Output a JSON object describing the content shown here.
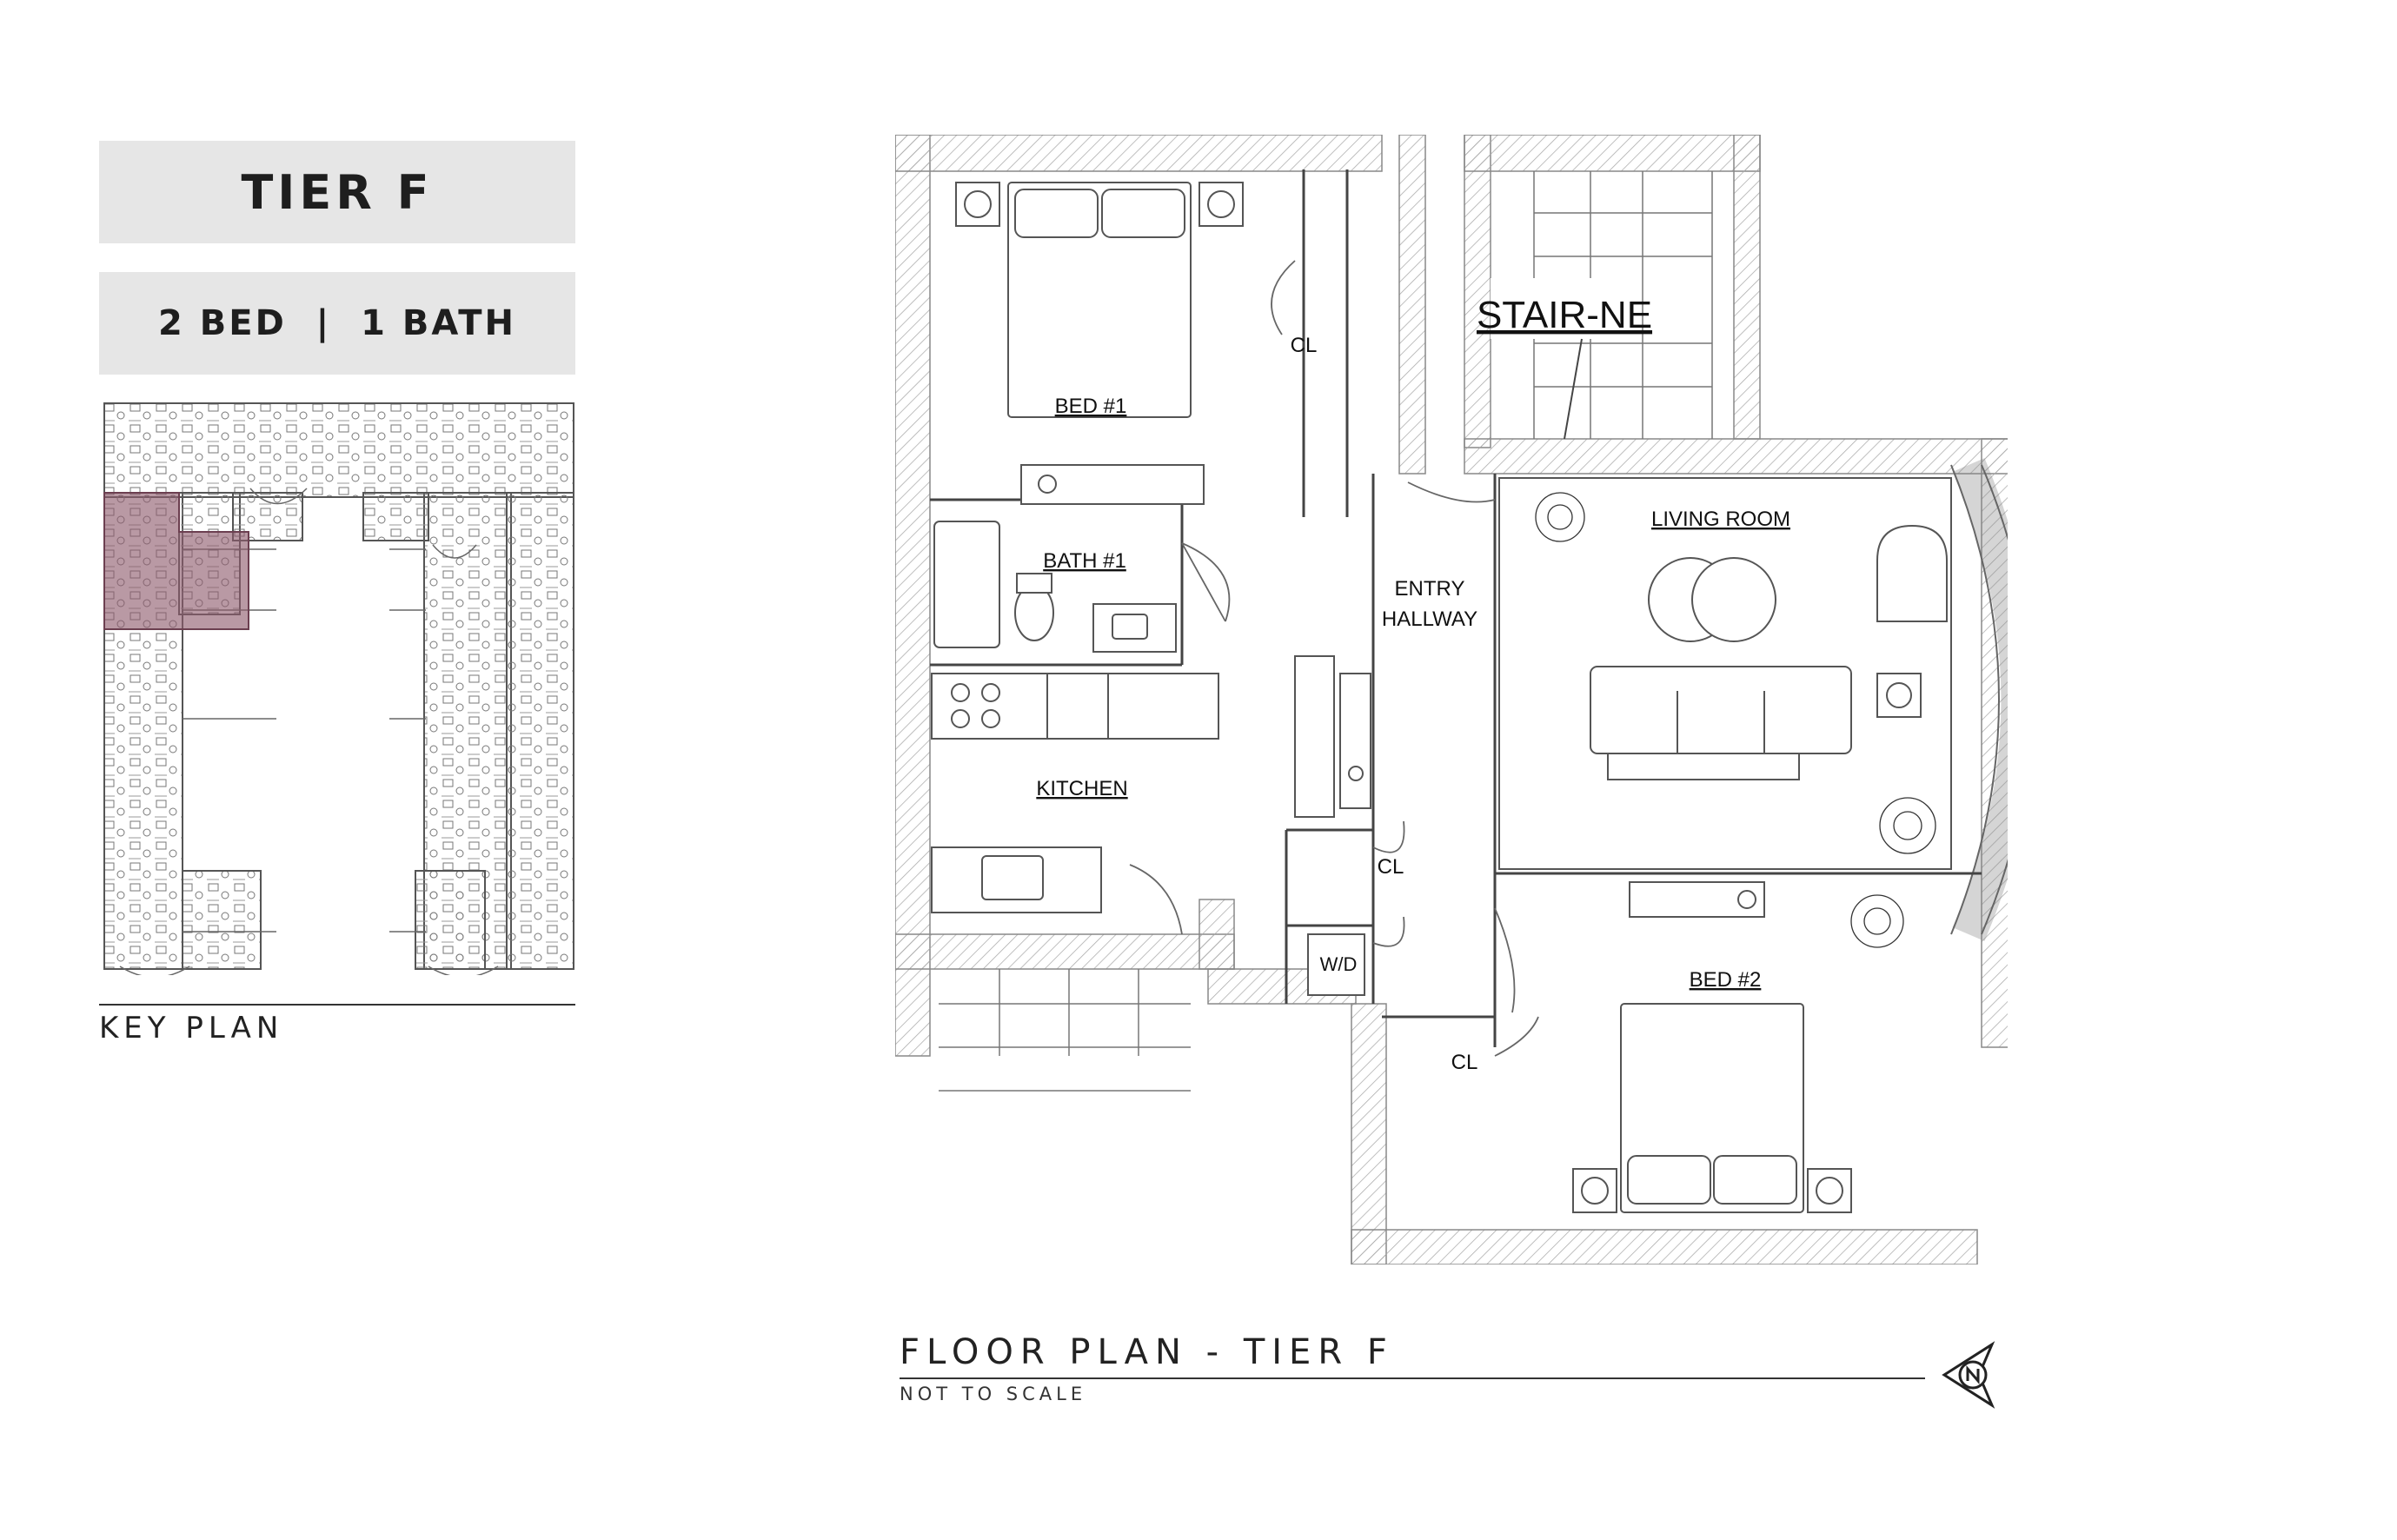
{
  "header": {
    "tier": "TIER F",
    "unit": "2 BED  |  1 BATH"
  },
  "key_plan": {
    "label": "KEY PLAN",
    "highlight_color": "#8e5b6c"
  },
  "floor_plan": {
    "title": "FLOOR PLAN - TIER F",
    "subtitle": "NOT TO SCALE",
    "rooms": {
      "bed1": "BED #1",
      "bath1": "BATH #1",
      "kitchen": "KITCHEN",
      "entry_line1": "ENTRY",
      "entry_line2": "HALLWAY",
      "living": "LIVING ROOM",
      "bed2": "BED #2",
      "stair": "STAIR-NE",
      "cl1": "CL",
      "cl2": "CL",
      "cl3": "CL",
      "wd": "W/D"
    }
  },
  "north_arrow_icon": "north-arrow-icon"
}
